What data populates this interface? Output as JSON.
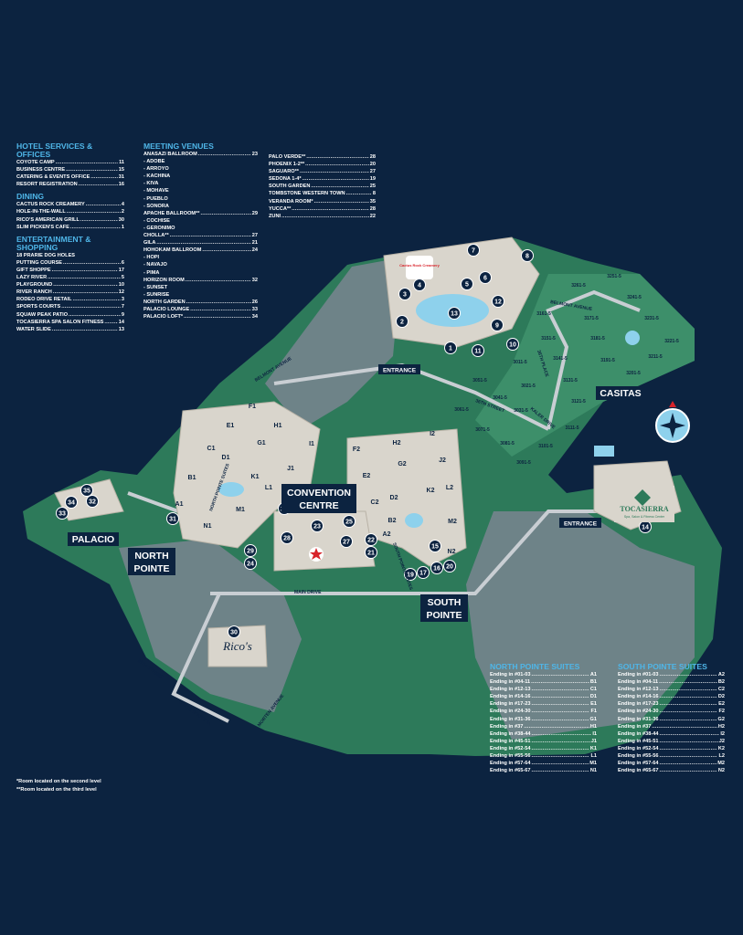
{
  "colors": {
    "background": "#0c2340",
    "heading": "#4fb6e8",
    "green": "#2d7a5a",
    "gray": "#7a8590",
    "building": "#d9d5cc",
    "marker": "#0c2340",
    "star": "#d8232a"
  },
  "left_column": {
    "hotel_services": {
      "title": "HOTEL SERVICES & OFFICES",
      "items": [
        {
          "label": "COYOTE CAMP",
          "value": "11"
        },
        {
          "label": "BUSINESS CENTRE",
          "value": "15"
        },
        {
          "label": "CATERING & EVENTS OFFICE",
          "value": "31"
        },
        {
          "label": "RESORT REGISTRATION",
          "value": "16"
        }
      ]
    },
    "dining": {
      "title": "DINING",
      "items": [
        {
          "label": "CACTUS ROCK CREAMERY",
          "value": "4"
        },
        {
          "label": "HOLE-IN-THE-WALL",
          "value": "2"
        },
        {
          "label": "RICO'S AMERICAN GRILL",
          "value": "30"
        },
        {
          "label": "SLIM PICKEN'S CAFE",
          "value": "1"
        }
      ]
    },
    "entertainment": {
      "title": "ENTERTAINMENT & SHOPPING",
      "first_line": "18 PRARIE DOG HOLES",
      "items": [
        {
          "label": "PUTTING COURSE",
          "value": "6"
        },
        {
          "label": "GIFT SHOPPE",
          "value": "17"
        },
        {
          "label": "LAZY RIVER",
          "value": "5"
        },
        {
          "label": "PLAYGROUND",
          "value": "10"
        },
        {
          "label": "RIVER RANCH",
          "value": "12"
        },
        {
          "label": "RODEO DRIVE RETAIL",
          "value": "3"
        },
        {
          "label": "SPORTS COURTS",
          "value": "7"
        },
        {
          "label": "SQUAW PEAK PATIO",
          "value": "9"
        },
        {
          "label": "TOCASIERRA SPA SALON FITNESS",
          "value": "14"
        },
        {
          "label": "WATER SLIDE",
          "value": "13"
        }
      ]
    }
  },
  "meeting_venues": {
    "title": "MEETING VENUES",
    "col1": [
      {
        "label": "ANASAZI BALLROOM",
        "value": "23"
      },
      {
        "label": "- ADOBE"
      },
      {
        "label": "- ARROYO"
      },
      {
        "label": "- KACHINA"
      },
      {
        "label": "- KIVA"
      },
      {
        "label": "- MOHAVE"
      },
      {
        "label": "- PUEBLO"
      },
      {
        "label": "- SONORA"
      },
      {
        "label": "APACHE BALLROOM**",
        "value": "29"
      },
      {
        "label": "- COCHISE"
      },
      {
        "label": "- GERONIMO"
      },
      {
        "label": "CHOLLA**",
        "value": "27"
      },
      {
        "label": "GILA",
        "value": "21"
      },
      {
        "label": "HOHOKAM BALLROOM",
        "value": "24"
      },
      {
        "label": "- HOPI"
      },
      {
        "label": "- NAVAJO"
      },
      {
        "label": "- PIMA"
      },
      {
        "label": "HORIZON ROOM",
        "value": "32"
      },
      {
        "label": "- SUNSET"
      },
      {
        "label": "- SUNRISE"
      },
      {
        "label": "NORTH GARDEN",
        "value": "26"
      },
      {
        "label": "PALACIO LOUNGE",
        "value": "33"
      },
      {
        "label": "PALACIO LOFT*",
        "value": "34"
      }
    ],
    "col2": [
      {
        "label": "PALO VERDE**",
        "value": "28"
      },
      {
        "label": "PHOENIX 1-2**",
        "value": "20"
      },
      {
        "label": "SAGUARO**",
        "value": "27"
      },
      {
        "label": "SEDONA 1-4*",
        "value": "19"
      },
      {
        "label": "SOUTH GARDEN",
        "value": "25"
      },
      {
        "label": "TOMBSTONE WESTERN TOWN",
        "value": "8"
      },
      {
        "label": "VERANDA ROOM*",
        "value": "35"
      },
      {
        "label": "YUCCA**",
        "value": "28"
      },
      {
        "label": "ZUNI",
        "value": "22"
      }
    ]
  },
  "north_pointe_suites": {
    "title": "NORTH POINTE SUITES",
    "items": [
      {
        "label": "Ending in #01-03",
        "value": "A1"
      },
      {
        "label": "Ending in #04-11",
        "value": "B1"
      },
      {
        "label": "Ending in #12-13",
        "value": "C1"
      },
      {
        "label": "Ending in #14-16",
        "value": "D1"
      },
      {
        "label": "Ending in #17-23",
        "value": "E1"
      },
      {
        "label": "Ending in #24-30",
        "value": "F1"
      },
      {
        "label": "Ending in #31-36",
        "value": "G1"
      },
      {
        "label": "Ending in #37",
        "value": "H1"
      },
      {
        "label": "Ending in #38-44",
        "value": "I1"
      },
      {
        "label": "Ending in #45-51",
        "value": "J1"
      },
      {
        "label": "Ending in #52-54",
        "value": "K1"
      },
      {
        "label": "Ending in #55-56",
        "value": "L1"
      },
      {
        "label": "Ending in #57-64",
        "value": "M1"
      },
      {
        "label": "Ending in #65-67",
        "value": "N1"
      }
    ]
  },
  "south_pointe_suites": {
    "title": "SOUTH POINTE SUITES",
    "items": [
      {
        "label": "Ending in #01-03",
        "value": "A2"
      },
      {
        "label": "Ending in #04-11",
        "value": "B2"
      },
      {
        "label": "Ending in #12-13",
        "value": "C2"
      },
      {
        "label": "Ending in #14-16",
        "value": "D2"
      },
      {
        "label": "Ending in #17-23",
        "value": "E2"
      },
      {
        "label": "Ending in #24-30",
        "value": "F2"
      },
      {
        "label": "Ending in #31-36",
        "value": "G2"
      },
      {
        "label": "Ending in #37",
        "value": "H2"
      },
      {
        "label": "Ending in #38-44",
        "value": "I2"
      },
      {
        "label": "Ending in #45-51",
        "value": "J2"
      },
      {
        "label": "Ending in #52-54",
        "value": "K2"
      },
      {
        "label": "Ending in #55-56",
        "value": "L2"
      },
      {
        "label": "Ending in #57-64",
        "value": "M2"
      },
      {
        "label": "Ending in #65-67",
        "value": "N2"
      }
    ]
  },
  "footnotes": {
    "second_level": "*Room located on the second level",
    "third_level": "**Room located on the third level"
  },
  "map": {
    "area_labels": [
      "CONVENTION",
      "CENTRE",
      "NORTH",
      "POINTE",
      "SOUTH",
      "POINTE",
      "PALACIO",
      "CASITAS"
    ],
    "entrance": "ENTRANCE",
    "streets": [
      "BELMONT AVENUE",
      "MAIN DRIVE",
      "36TH STREET",
      "STATE ROUTE 51",
      "MORTEN AVENUE",
      "36TH PLACE",
      "36TH STREET",
      "KALER DRIVE",
      "BELMONT AVENUE"
    ],
    "suite_names": [
      "NORTH POINTE SUITES",
      "SOUTH POINTE SUITES"
    ],
    "spa_name": "TOCASIERRA",
    "spa_tagline": "Spa, Salon & Fitness Center",
    "grill_name": "Rico's",
    "creamery_name": "Cactus Rock Creamery",
    "markers": [
      "1",
      "2",
      "3",
      "4",
      "5",
      "6",
      "7",
      "8",
      "9",
      "10",
      "11",
      "12",
      "13",
      "14",
      "15",
      "16",
      "17",
      "19",
      "20",
      "21",
      "22",
      "23",
      "24",
      "25",
      "26",
      "27",
      "28",
      "29",
      "30",
      "31",
      "32",
      "33",
      "34",
      "35"
    ],
    "building_letters": [
      "A1",
      "B1",
      "C1",
      "D1",
      "E1",
      "F1",
      "G1",
      "H1",
      "I1",
      "J1",
      "K1",
      "L1",
      "M1",
      "N1",
      "A2",
      "B2",
      "C2",
      "D2",
      "E2",
      "F2",
      "G2",
      "H2",
      "I2",
      "J2",
      "K2",
      "L2",
      "M2",
      "N2"
    ],
    "casitas": [
      "3251-5",
      "3261-5",
      "3241-5",
      "3231-5",
      "3221-5",
      "3211-5",
      "3201-5",
      "3191-5",
      "3181-5",
      "3171-5",
      "3161-5",
      "3151-5",
      "3141-5",
      "3131-5",
      "3121-5",
      "3111-5",
      "3101-5",
      "3091-5",
      "3081-5",
      "3071-5",
      "3061-5",
      "3051-5",
      "3041-5",
      "3031-5",
      "3021-5",
      "3011-5"
    ]
  }
}
